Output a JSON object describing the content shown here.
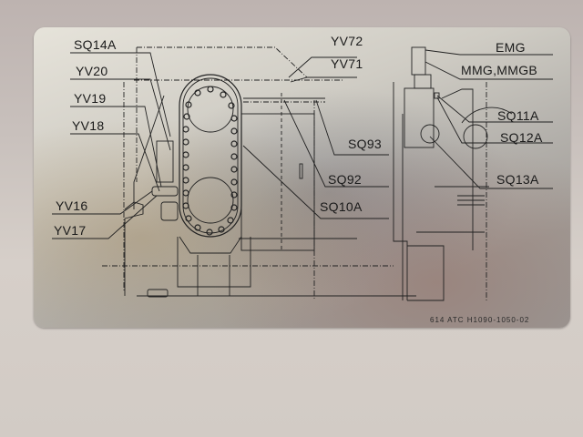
{
  "plate": {
    "part_number": "614  ATC  H1090-1050-02",
    "colors": {
      "background": "#cbc3be",
      "plate": "#c8c5be",
      "ink": "#1a1a1a"
    }
  },
  "labels_left": [
    {
      "id": "SQ14A",
      "text": "SQ14A"
    },
    {
      "id": "YV20",
      "text": "YV20"
    },
    {
      "id": "YV19",
      "text": "YV19"
    },
    {
      "id": "YV18",
      "text": "YV18"
    },
    {
      "id": "YV16",
      "text": "YV16"
    },
    {
      "id": "YV17",
      "text": "YV17"
    }
  ],
  "labels_center": [
    {
      "id": "YV72",
      "text": "YV72"
    },
    {
      "id": "YV71",
      "text": "YV71"
    },
    {
      "id": "SQ93",
      "text": "SQ93"
    },
    {
      "id": "SQ92",
      "text": "SQ92"
    },
    {
      "id": "SQ10A",
      "text": "SQ10A"
    }
  ],
  "labels_right": [
    {
      "id": "EMG",
      "text": "EMG"
    },
    {
      "id": "MMG",
      "text": "MMG,MMGB"
    },
    {
      "id": "SQ11A",
      "text": "SQ11A"
    },
    {
      "id": "SQ12A",
      "text": "SQ12A"
    },
    {
      "id": "SQ13A",
      "text": "SQ13A"
    }
  ]
}
